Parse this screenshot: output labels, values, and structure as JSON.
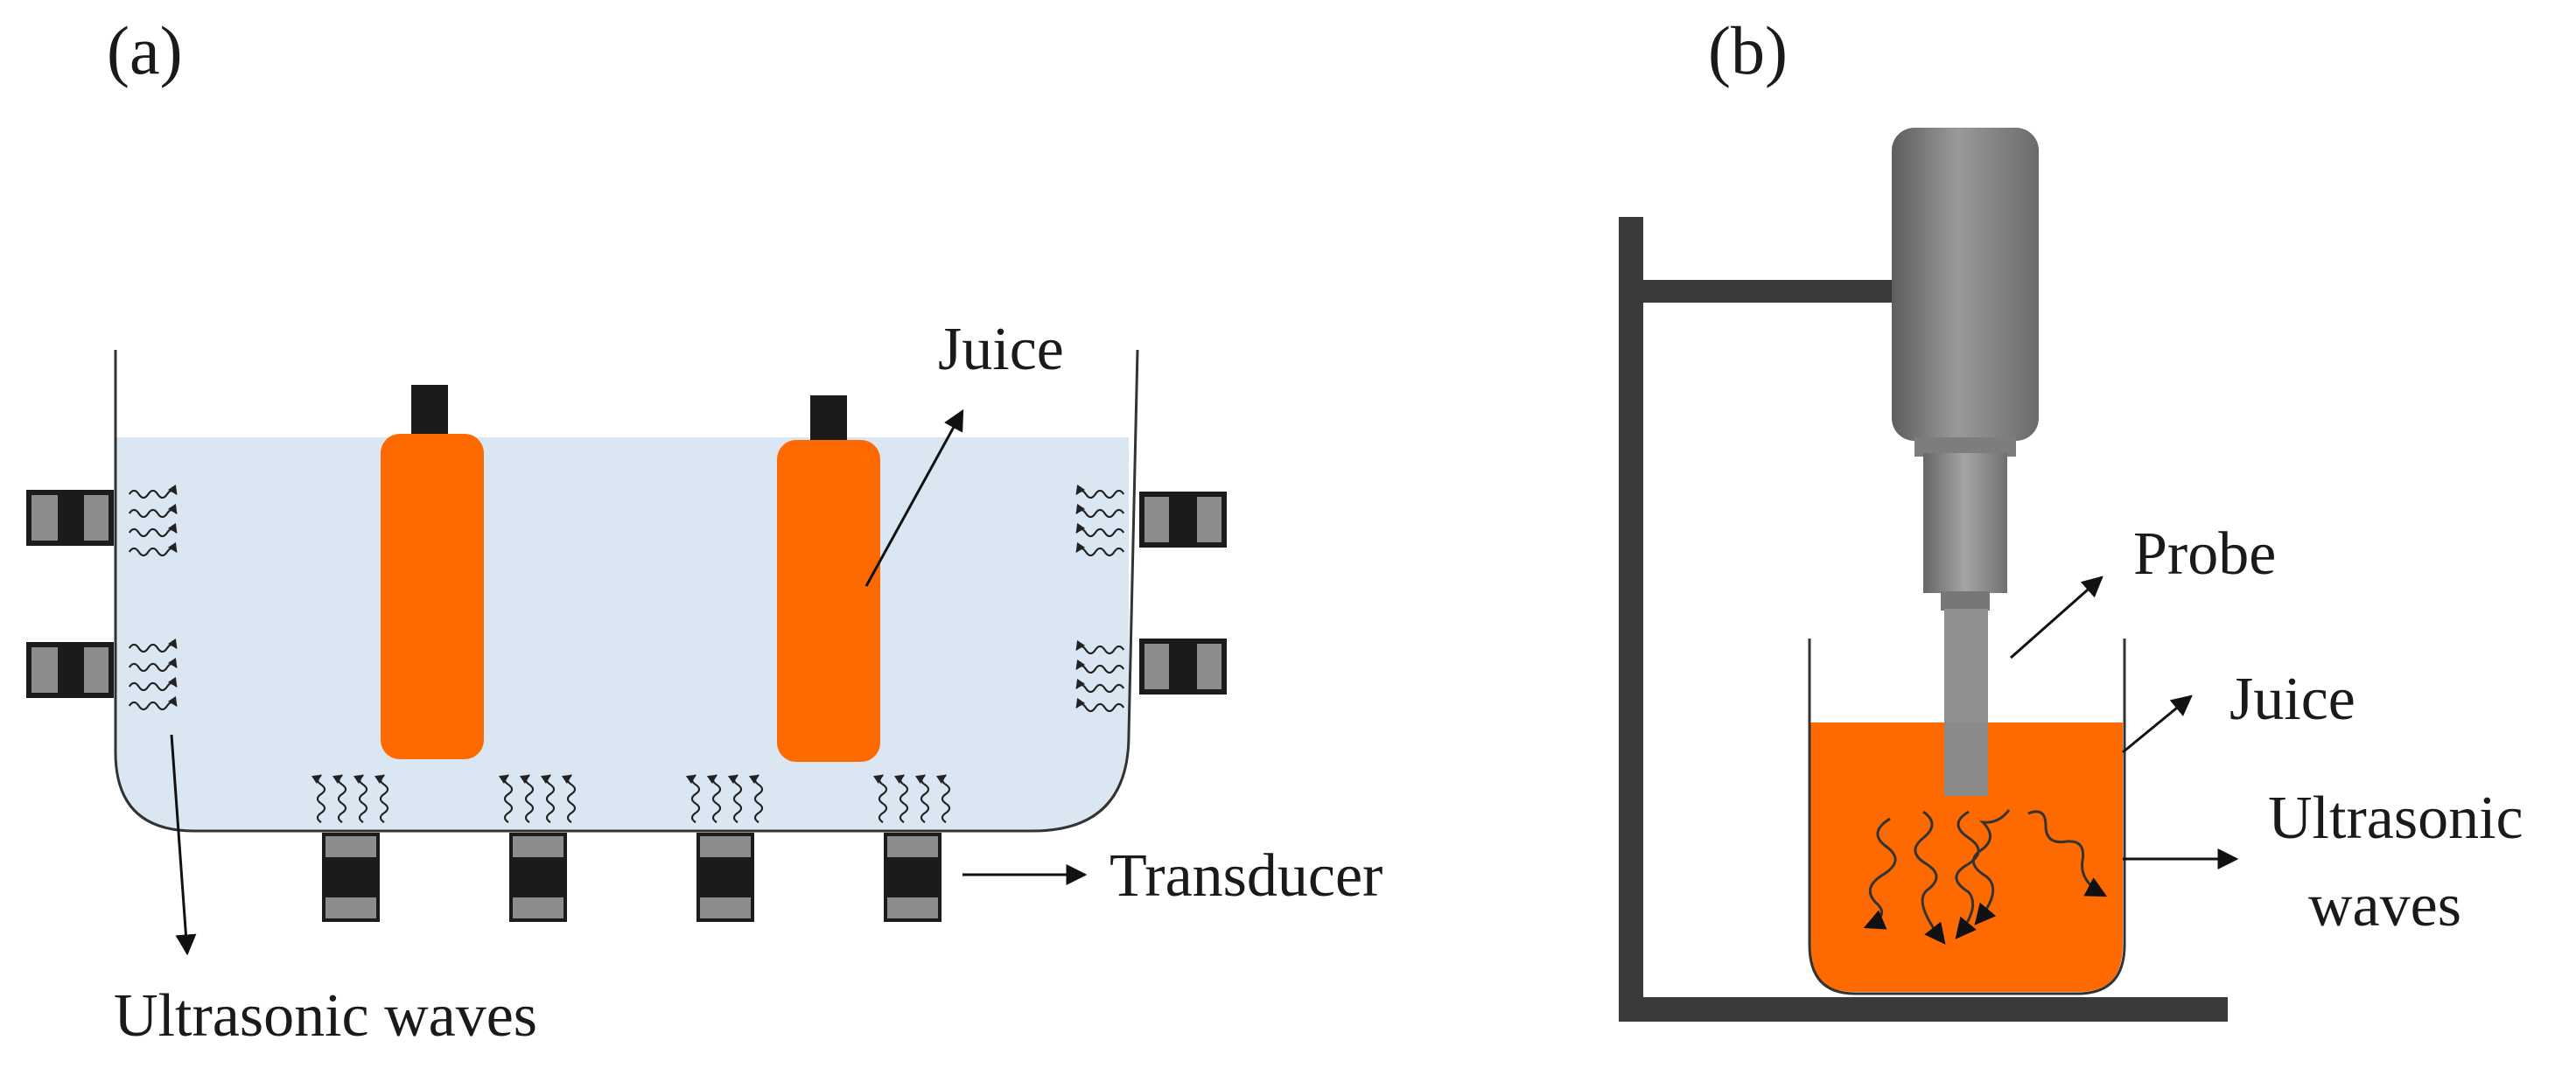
{
  "panel_a": {
    "label": "(a)",
    "juice_label": "Juice",
    "transducer_label": "Transducer",
    "waves_label": "Ultrasonic waves"
  },
  "panel_b": {
    "label": "(b)",
    "probe_label": "Probe",
    "juice_label": "Juice",
    "waves_label_line1": "Ultrasonic",
    "waves_label_line2": "waves"
  },
  "colors": {
    "water": "#dbe6f3",
    "juice": "#ff6a00",
    "transducer_dark": "#1b1b1b",
    "transducer_light": "#8c8c8c",
    "probe_gray": "#8f8f8f",
    "stand": "#3a3a3a"
  },
  "icons": {
    "wave": "wavy-arrow-icon",
    "arrow": "arrow-icon"
  }
}
